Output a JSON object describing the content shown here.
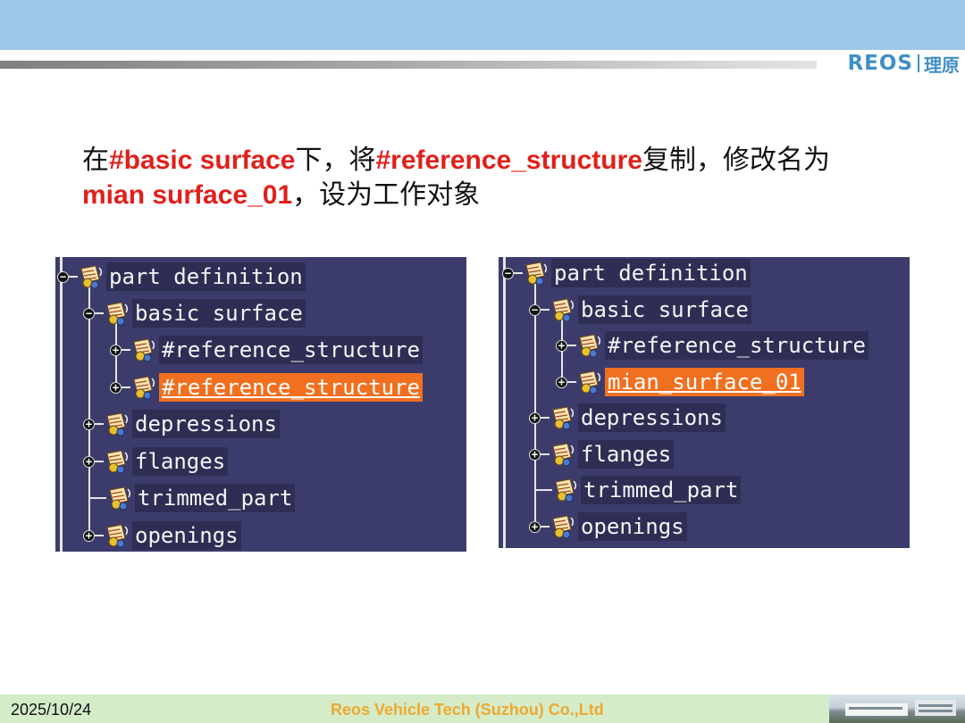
{
  "header": {
    "logo_text": "REOS",
    "logo_cn": "理原"
  },
  "instruction": {
    "t1": "在",
    "h1": "#basic surface",
    "t2": "下，将",
    "h2": "#reference_structure",
    "t3": "复制，修改名为",
    "h3": "mian surface_01",
    "t4": "，设为工作对象"
  },
  "left_tree": {
    "nodes": [
      {
        "label": "part definition",
        "expander": "minus",
        "level": 0
      },
      {
        "label": "basic surface",
        "expander": "minus",
        "level": 1
      },
      {
        "label": "#reference_structure",
        "expander": "plus",
        "level": 2
      },
      {
        "label": "#reference_structure",
        "expander": "plus",
        "level": 2,
        "selected": true
      },
      {
        "label": "depressions",
        "expander": "plus",
        "level": 1
      },
      {
        "label": "flanges",
        "expander": "plus",
        "level": 1
      },
      {
        "label": "trimmed_part",
        "expander": "none",
        "level": 1
      },
      {
        "label": "openings",
        "expander": "plus",
        "level": 1
      }
    ]
  },
  "right_tree": {
    "nodes": [
      {
        "label": "part definition",
        "expander": "minus",
        "level": 0
      },
      {
        "label": "basic surface",
        "expander": "minus",
        "level": 1
      },
      {
        "label": "#reference_structure",
        "expander": "plus",
        "level": 2
      },
      {
        "label": "mian_surface_01",
        "expander": "plus",
        "level": 2,
        "selected": true
      },
      {
        "label": "depressions",
        "expander": "plus",
        "level": 1
      },
      {
        "label": "flanges",
        "expander": "plus",
        "level": 1
      },
      {
        "label": "trimmed_part",
        "expander": "none",
        "level": 1
      },
      {
        "label": "openings",
        "expander": "plus",
        "level": 1
      }
    ]
  },
  "footer": {
    "date": "2025/10/24",
    "company": "Reos Vehicle Tech (Suzhou) Co.,Ltd"
  },
  "colors": {
    "header_blue": "#9ec8e8",
    "highlight_red": "#e0201b",
    "tree_background": "#3c3c6c",
    "selection_orange": "#f07020",
    "footer_green": "#d4ecc8",
    "footer_company": "#f0a830",
    "logo_blue": "#3f8fc6"
  }
}
